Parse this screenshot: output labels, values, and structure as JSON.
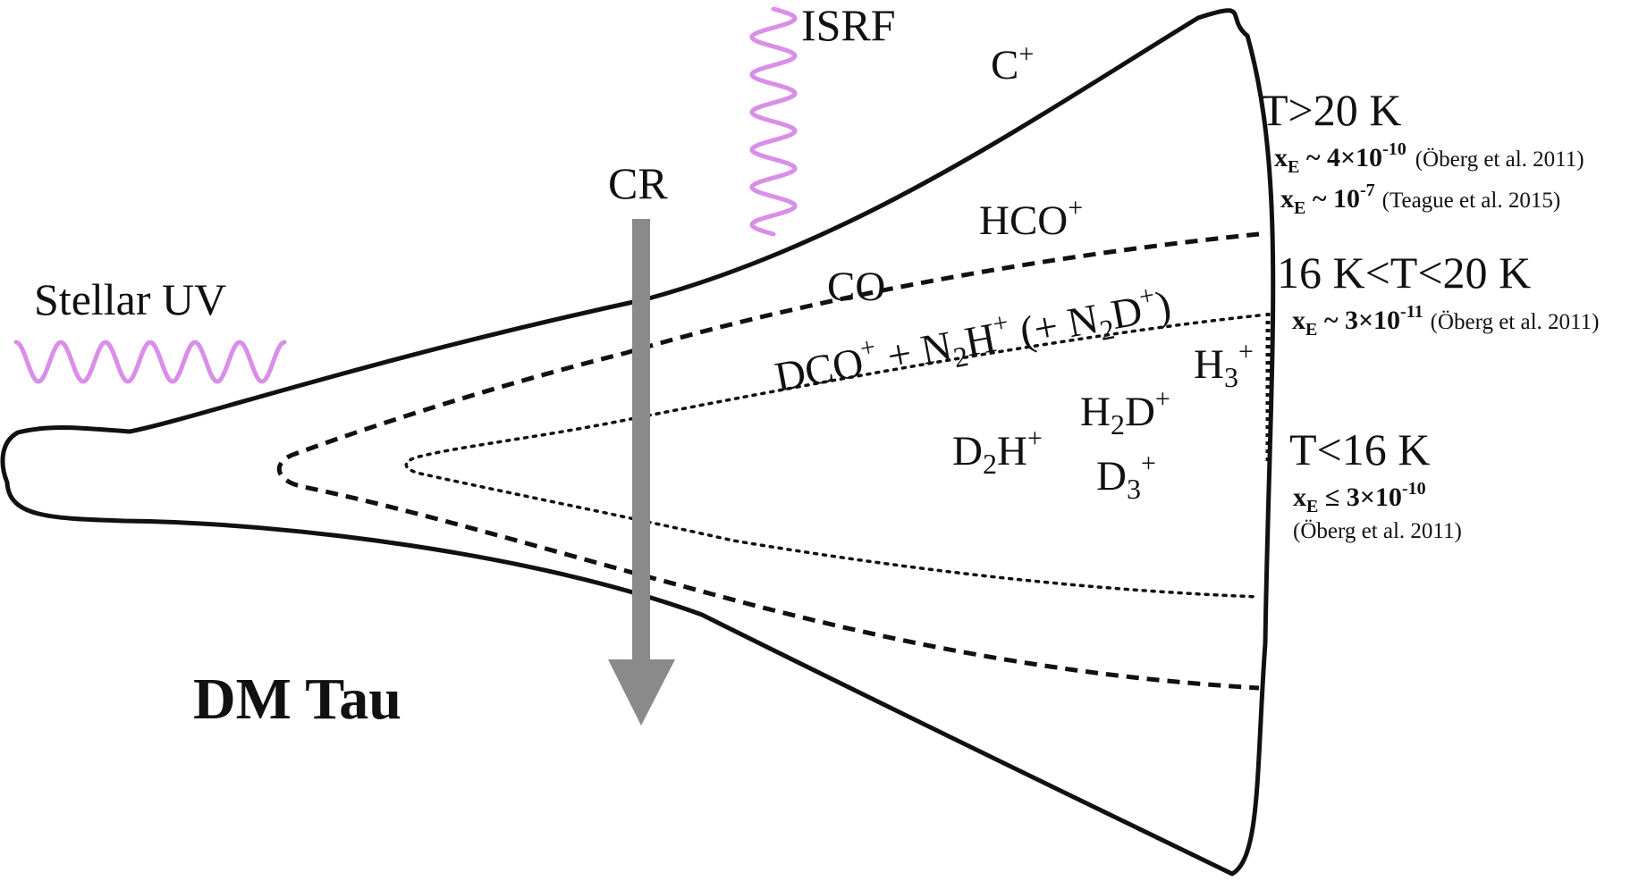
{
  "diagram": {
    "title": "DM Tau",
    "colors": {
      "wave": "#d98ee8",
      "arrow": "#8a8a8a",
      "outline": "#111111"
    },
    "sources": {
      "stellar_uv": "Stellar UV",
      "isrf": "ISRF",
      "cr": "CR"
    },
    "molecules": {
      "c_plus": {
        "base": "C",
        "sup": "+"
      },
      "hco_plus": {
        "base": "HCO",
        "sup": "+"
      },
      "co": "CO",
      "band": {
        "dco": "DCO",
        "dco_sup": "+",
        "plus1": " + N",
        "n2h_sub": "2",
        "n2h_h": "H",
        "n2h_sup": "+",
        "paren": " (+ N",
        "n2d_sub": "2",
        "n2d_d": "D",
        "n2d_sup": "+",
        "close": ")"
      },
      "h3_plus": {
        "base": "H",
        "sub": "3",
        "sup": "+"
      },
      "h2d_plus": {
        "base": "H",
        "sub": "2",
        "tail": "D",
        "sup": "+"
      },
      "d2h_plus": {
        "base": "D",
        "sub": "2",
        "tail": "H",
        "sup": "+"
      },
      "d3_plus": {
        "base": "D",
        "sub": "3",
        "sup": "+"
      }
    },
    "zones": [
      {
        "temperature": "T>20 K",
        "xe": [
          {
            "x": "x",
            "sub": "E",
            "rel": " ~ 4×10",
            "exp": "-10",
            "ref": "(Öberg et al. 2011)"
          },
          {
            "x": "x",
            "sub": "E",
            "rel": " ~ 10",
            "exp": "-7",
            "ref": "(Teague et al. 2015)"
          }
        ]
      },
      {
        "temperature": "16 K<T<20 K",
        "xe": [
          {
            "x": "x",
            "sub": "E",
            "rel": " ~ 3×10",
            "exp": "-11",
            "ref": "(Öberg et al. 2011)"
          }
        ]
      },
      {
        "temperature": "T<16 K",
        "xe": [
          {
            "x": "x",
            "sub": "E",
            "rel": " ≤ 3×10",
            "exp": "-10",
            "ref": ""
          }
        ],
        "ref_line": "(Öberg et al. 2011)"
      }
    ]
  }
}
